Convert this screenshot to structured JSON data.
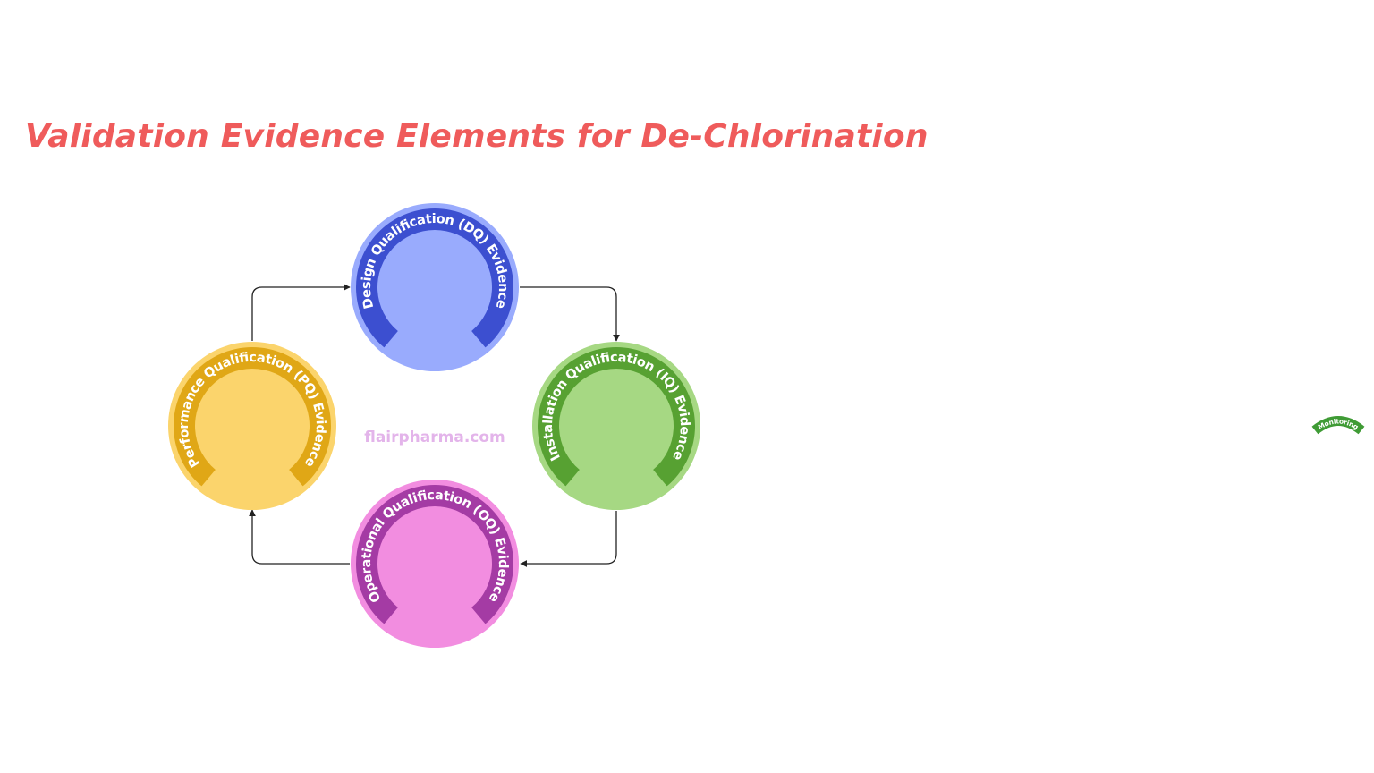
{
  "title": "Validation Evidence Elements for De-Chlorination",
  "watermark": "flairpharma.com",
  "colors": {
    "title": "#ef5b5b",
    "watermark": "#e3b4ea",
    "connector": "#222222",
    "label_text": "#ffffff"
  },
  "stages": [
    {
      "label": "Design Qualification (DQ) Evidence",
      "fill": "#99abfd",
      "band": "#3c4fd0"
    },
    {
      "label": "Installation Qualification (IQ) Evidence",
      "fill": "#a6d883",
      "band": "#57a132"
    },
    {
      "label": "Operational Qualification (OQ) Evidence",
      "fill": "#f28de0",
      "band": "#a43ba4"
    },
    {
      "label": "Performance Qualification (PQ) Evidence",
      "fill": "#fbd46c",
      "band": "#e0a716"
    }
  ],
  "flow": [
    "DQ → IQ",
    "IQ → OQ",
    "OQ → PQ",
    "PQ → DQ"
  ],
  "side_badge": {
    "label": "Monitoring",
    "color": "#3f9b35"
  }
}
